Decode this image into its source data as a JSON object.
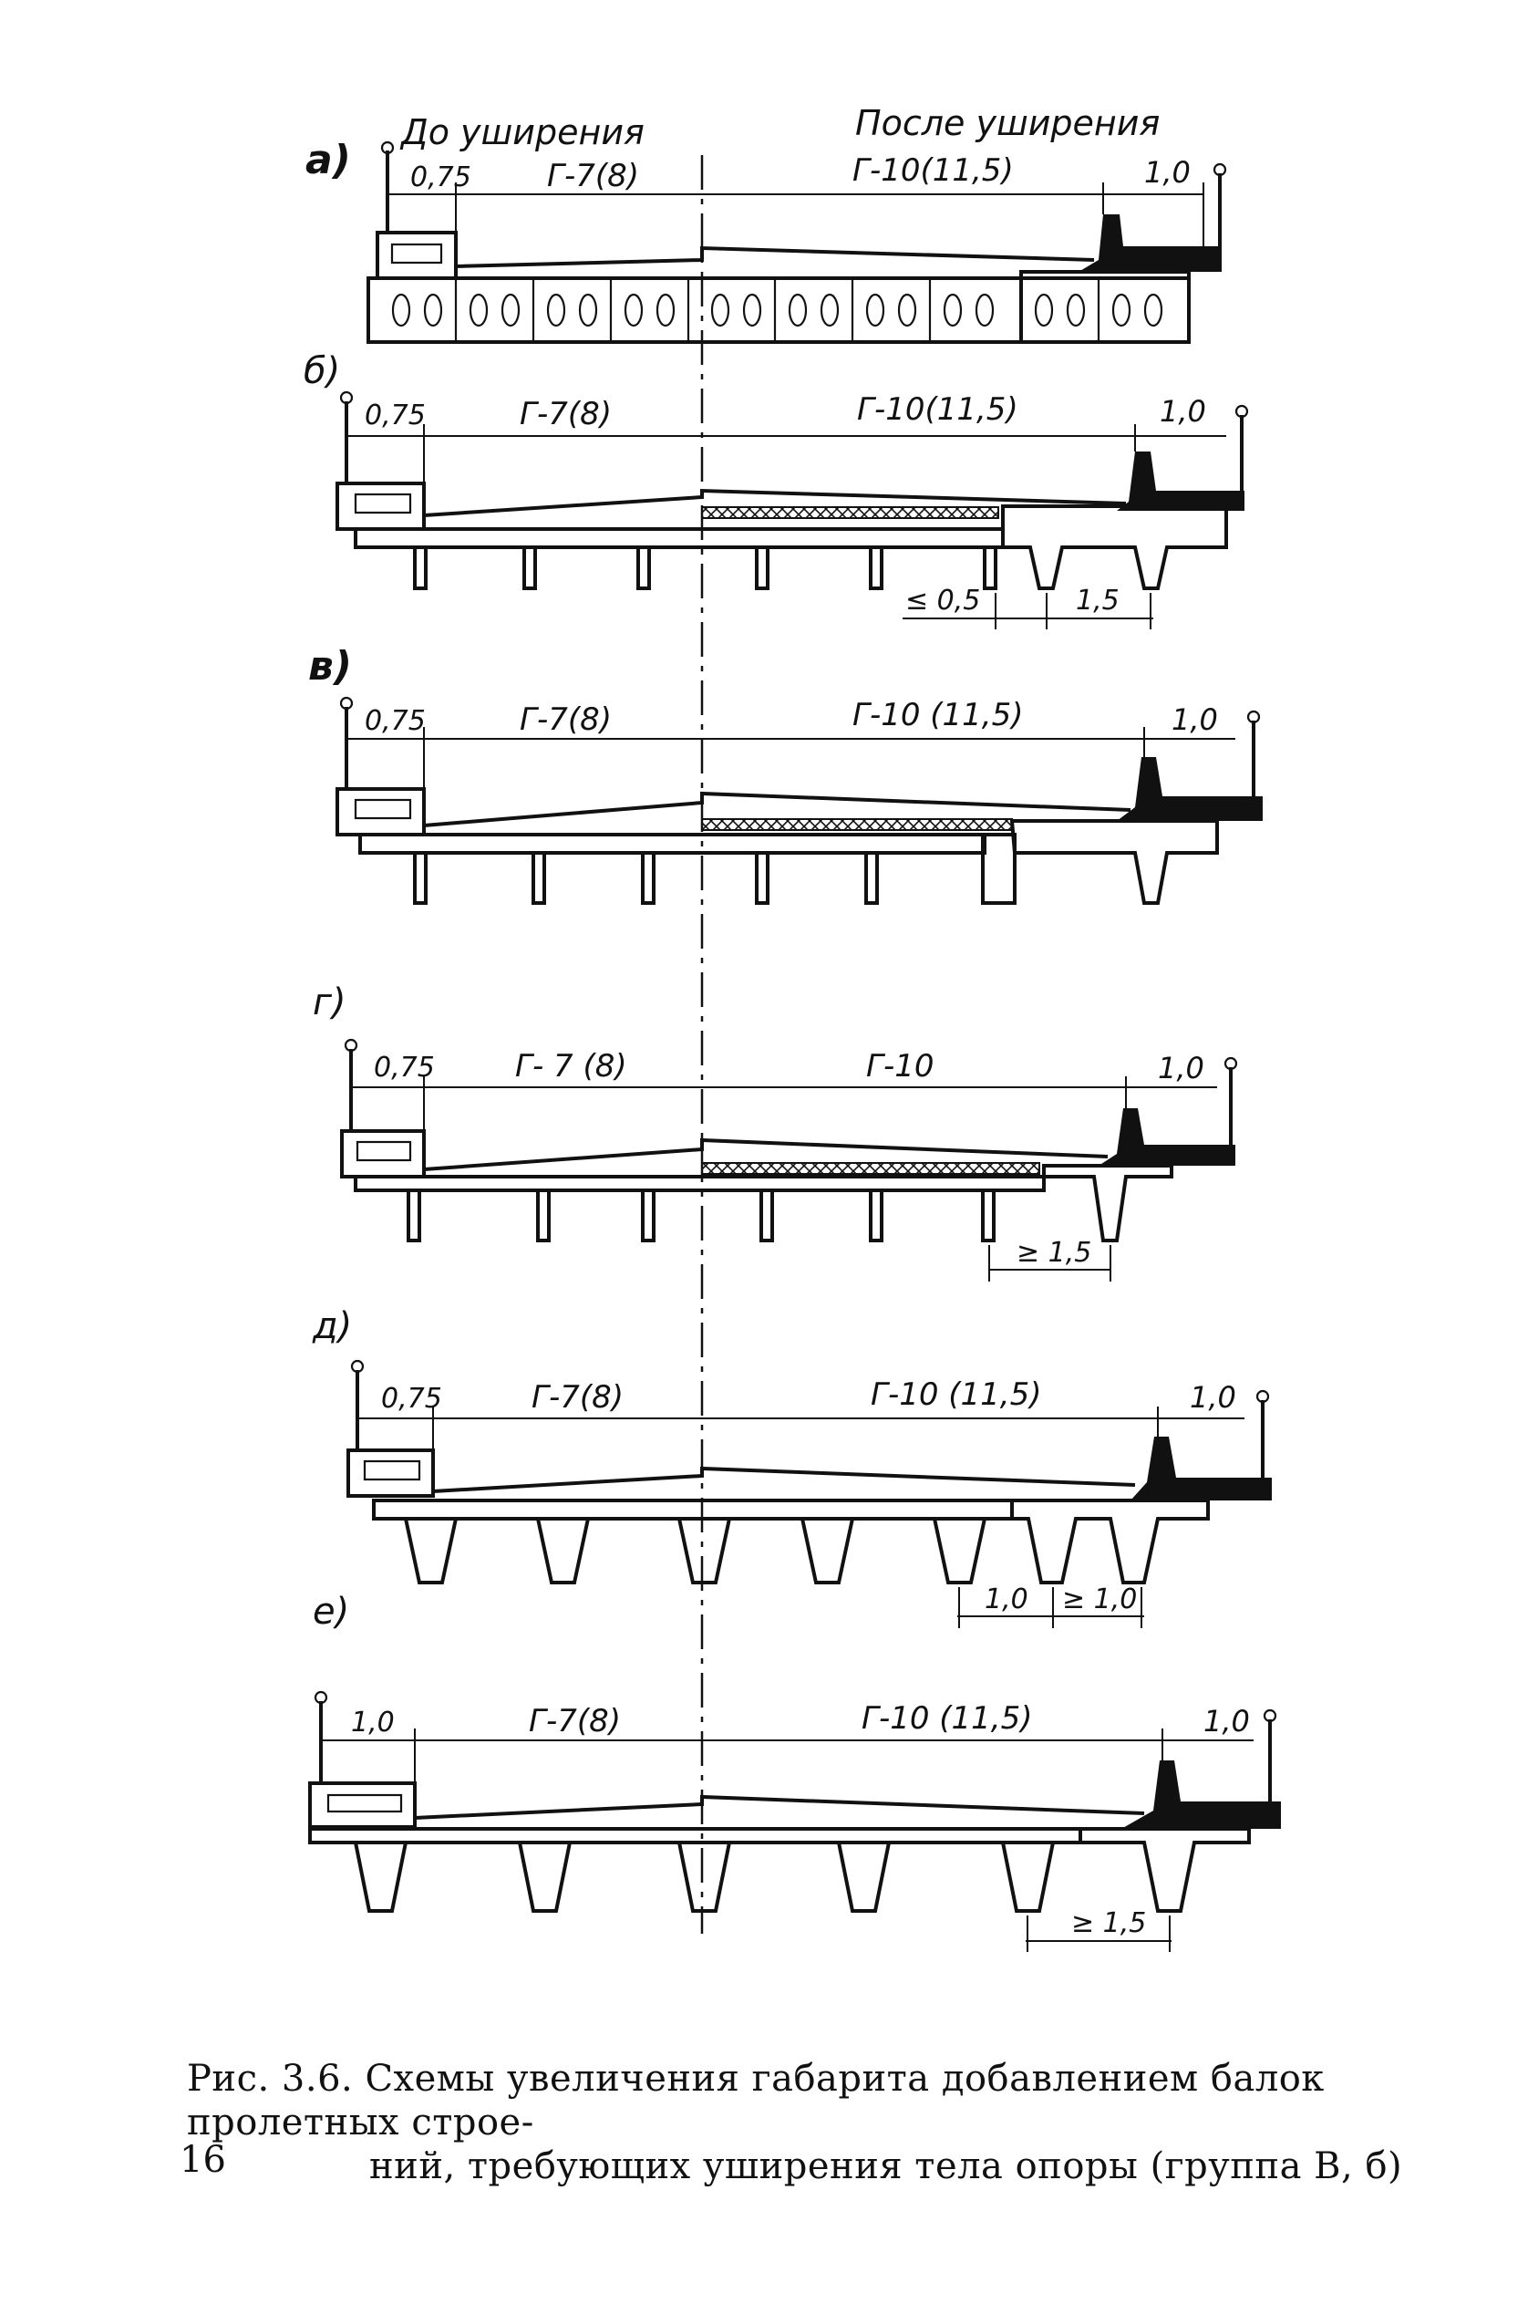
{
  "figure": {
    "headers": {
      "before": "До уширения",
      "after": "После уширения"
    },
    "panels": [
      {
        "id": "а",
        "label": "а)",
        "left_dim": "0,75",
        "mid_left": "Г-7(8)",
        "mid_right": "Г-10(11,5)",
        "right_dim": "1,0",
        "bottom_dims": []
      },
      {
        "id": "б",
        "label": "б)",
        "left_dim": "0,75",
        "mid_left": "Г-7(8)",
        "mid_right": "Г-10(11,5)",
        "right_dim": "1,0",
        "bottom_dims": [
          "≤ 0,5",
          "1,5"
        ]
      },
      {
        "id": "в",
        "label": "в)",
        "left_dim": "0,75",
        "mid_left": "Г-7(8)",
        "mid_right": "Г-10 (11,5)",
        "right_dim": "1,0",
        "bottom_dims": []
      },
      {
        "id": "г",
        "label": "г)",
        "left_dim": "0,75",
        "mid_left": "Г- 7 (8)",
        "mid_right": "Г-10",
        "right_dim": "1,0",
        "bottom_dims": [
          "≥ 1,5"
        ]
      },
      {
        "id": "д",
        "label": "д)",
        "left_dim": "0,75",
        "mid_left": "Г-7(8)",
        "mid_right": "Г-10 (11,5)",
        "right_dim": "1,0",
        "bottom_dims": [
          "1,0",
          "≥ 1,0"
        ]
      },
      {
        "id": "е",
        "label": "е)",
        "left_dim": "1,0",
        "mid_left": "Г-7(8)",
        "mid_right": "Г-10 (11,5)",
        "right_dim": "1,0",
        "bottom_dims": [
          "≥ 1,5"
        ]
      }
    ]
  },
  "caption": {
    "line1": "Рис. 3.6. Схемы увеличения габарита добавлением балок пролетных строе-",
    "line2": "ний, требующих уширения тела опоры (группа В, б)"
  },
  "page_number": "16"
}
